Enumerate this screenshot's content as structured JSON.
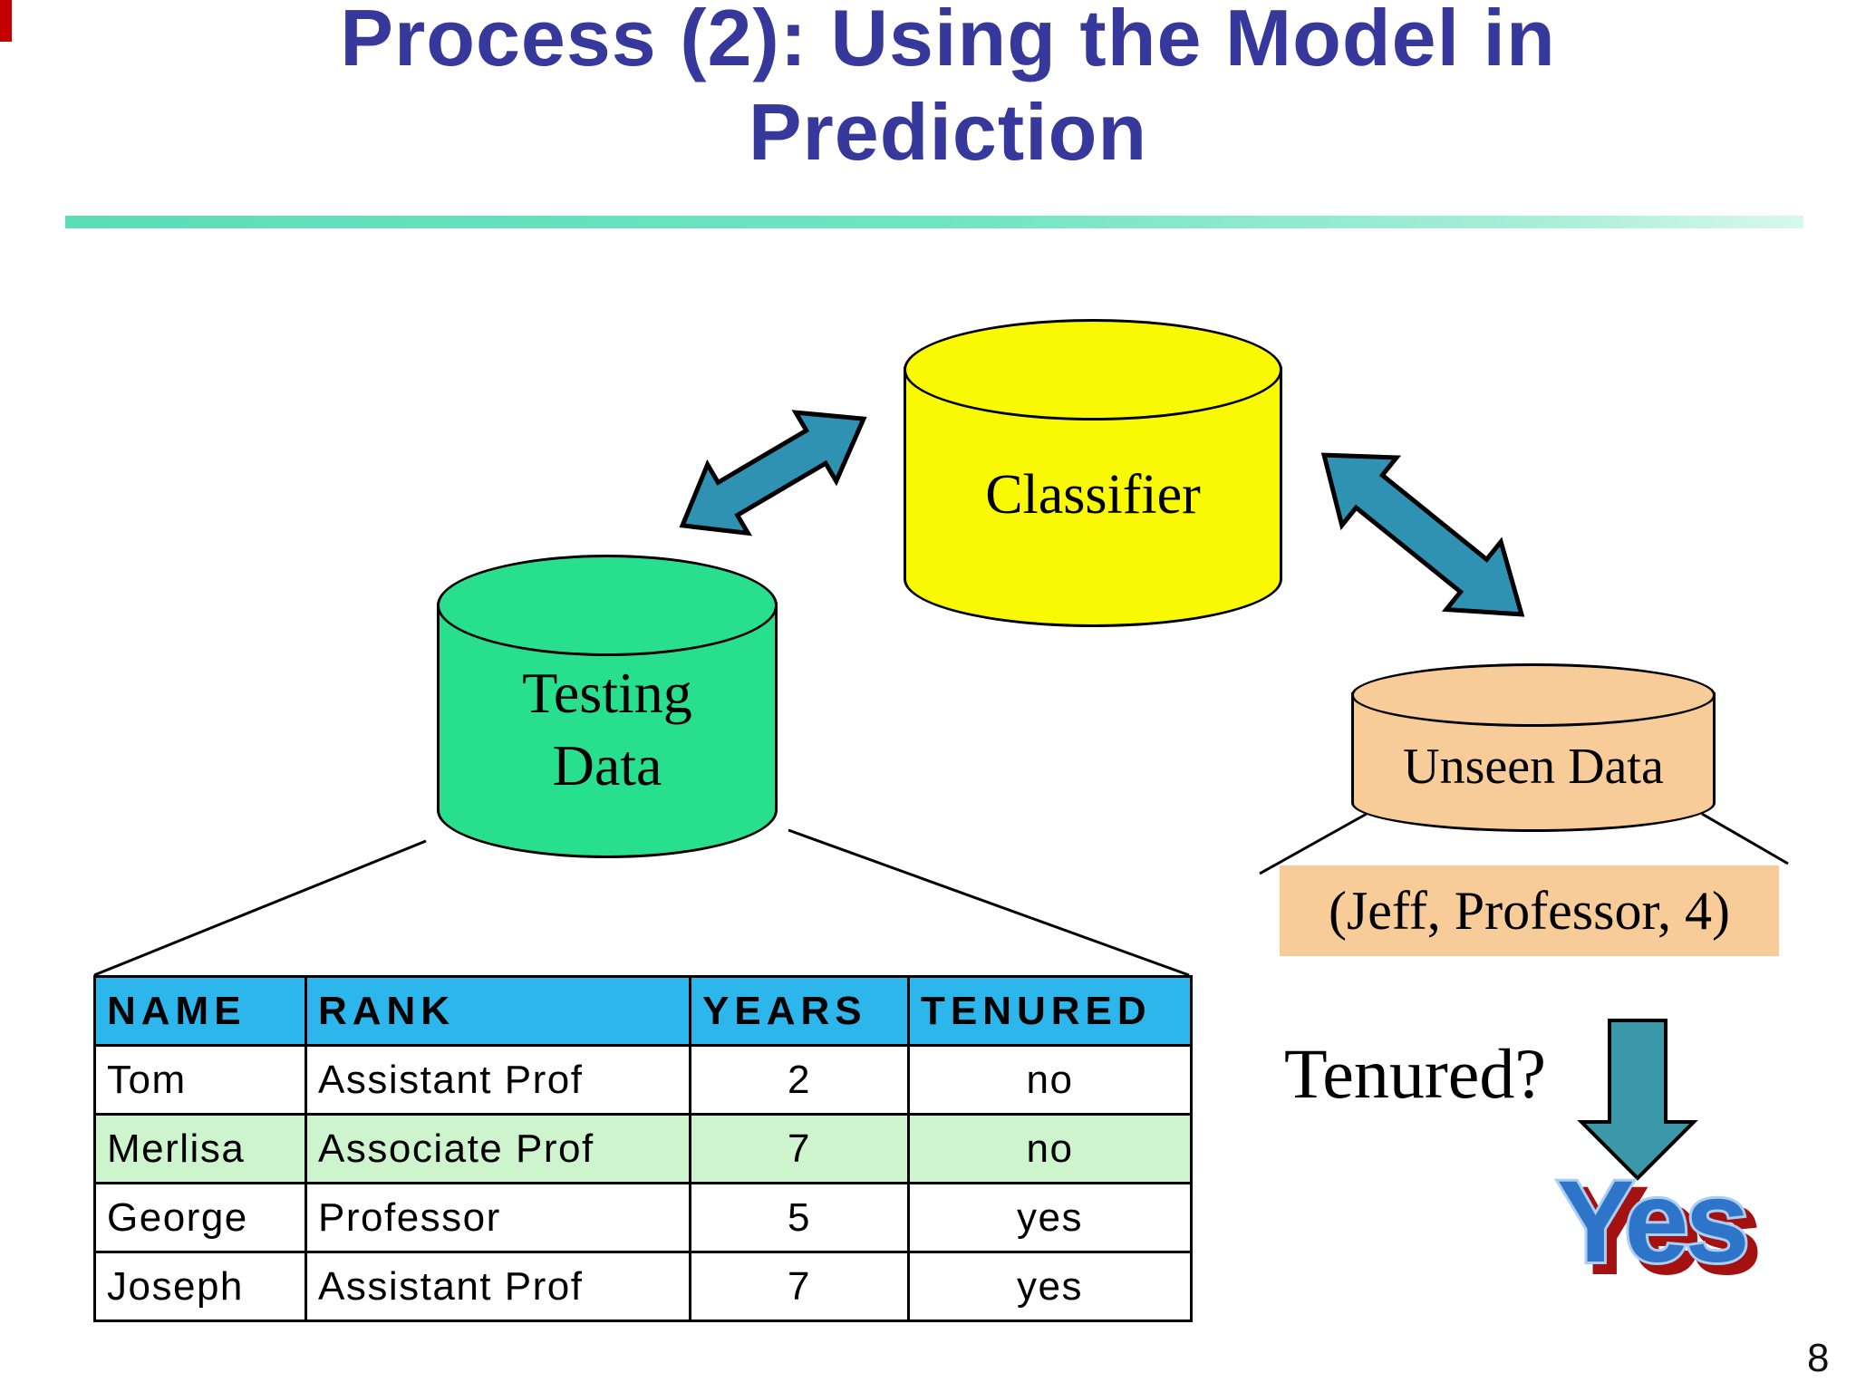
{
  "slide": {
    "title_line1": "Process (2): Using the Model in",
    "title_line2": "Prediction",
    "page_number": "8"
  },
  "diagram": {
    "classifier_label": "Classifier",
    "testing_label_line1": "Testing",
    "testing_label_line2": "Data",
    "unseen_label": "Unseen Data",
    "tuple_text": "(Jeff, Professor, 4)",
    "question_text": "Tenured?",
    "answer_text": "Yes",
    "icons": {
      "left_arrow": "double-headed-arrow-icon",
      "right_arrow": "double-headed-arrow-icon",
      "down_arrow": "down-arrow-icon"
    },
    "colors": {
      "title_blue": "#37389B",
      "divider_mint": "#5CDDB6",
      "classifier_fill": "#F9F903",
      "testing_fill": "#28DF8E",
      "unseen_fill": "#F8CC98",
      "arrow_teal": "#2F92B2",
      "answer_blue": "#2E74C8",
      "answer_outline": "#A9CDF3",
      "answer_shadow": "#A31111",
      "header_cyan": "#2CB6EC",
      "highlight_green": "#CDF4CC"
    }
  },
  "table": {
    "headers": [
      "NAME",
      "RANK",
      "YEARS",
      "TENURED"
    ],
    "rows": [
      {
        "name": "Tom",
        "rank": "Assistant Prof",
        "years": "2",
        "tenured": "no"
      },
      {
        "name": "Merlisa",
        "rank": "Associate Prof",
        "years": "7",
        "tenured": "no"
      },
      {
        "name": "George",
        "rank": "Professor",
        "years": "5",
        "tenured": "yes"
      },
      {
        "name": "Joseph",
        "rank": "Assistant Prof",
        "years": "7",
        "tenured": "yes"
      }
    ]
  }
}
